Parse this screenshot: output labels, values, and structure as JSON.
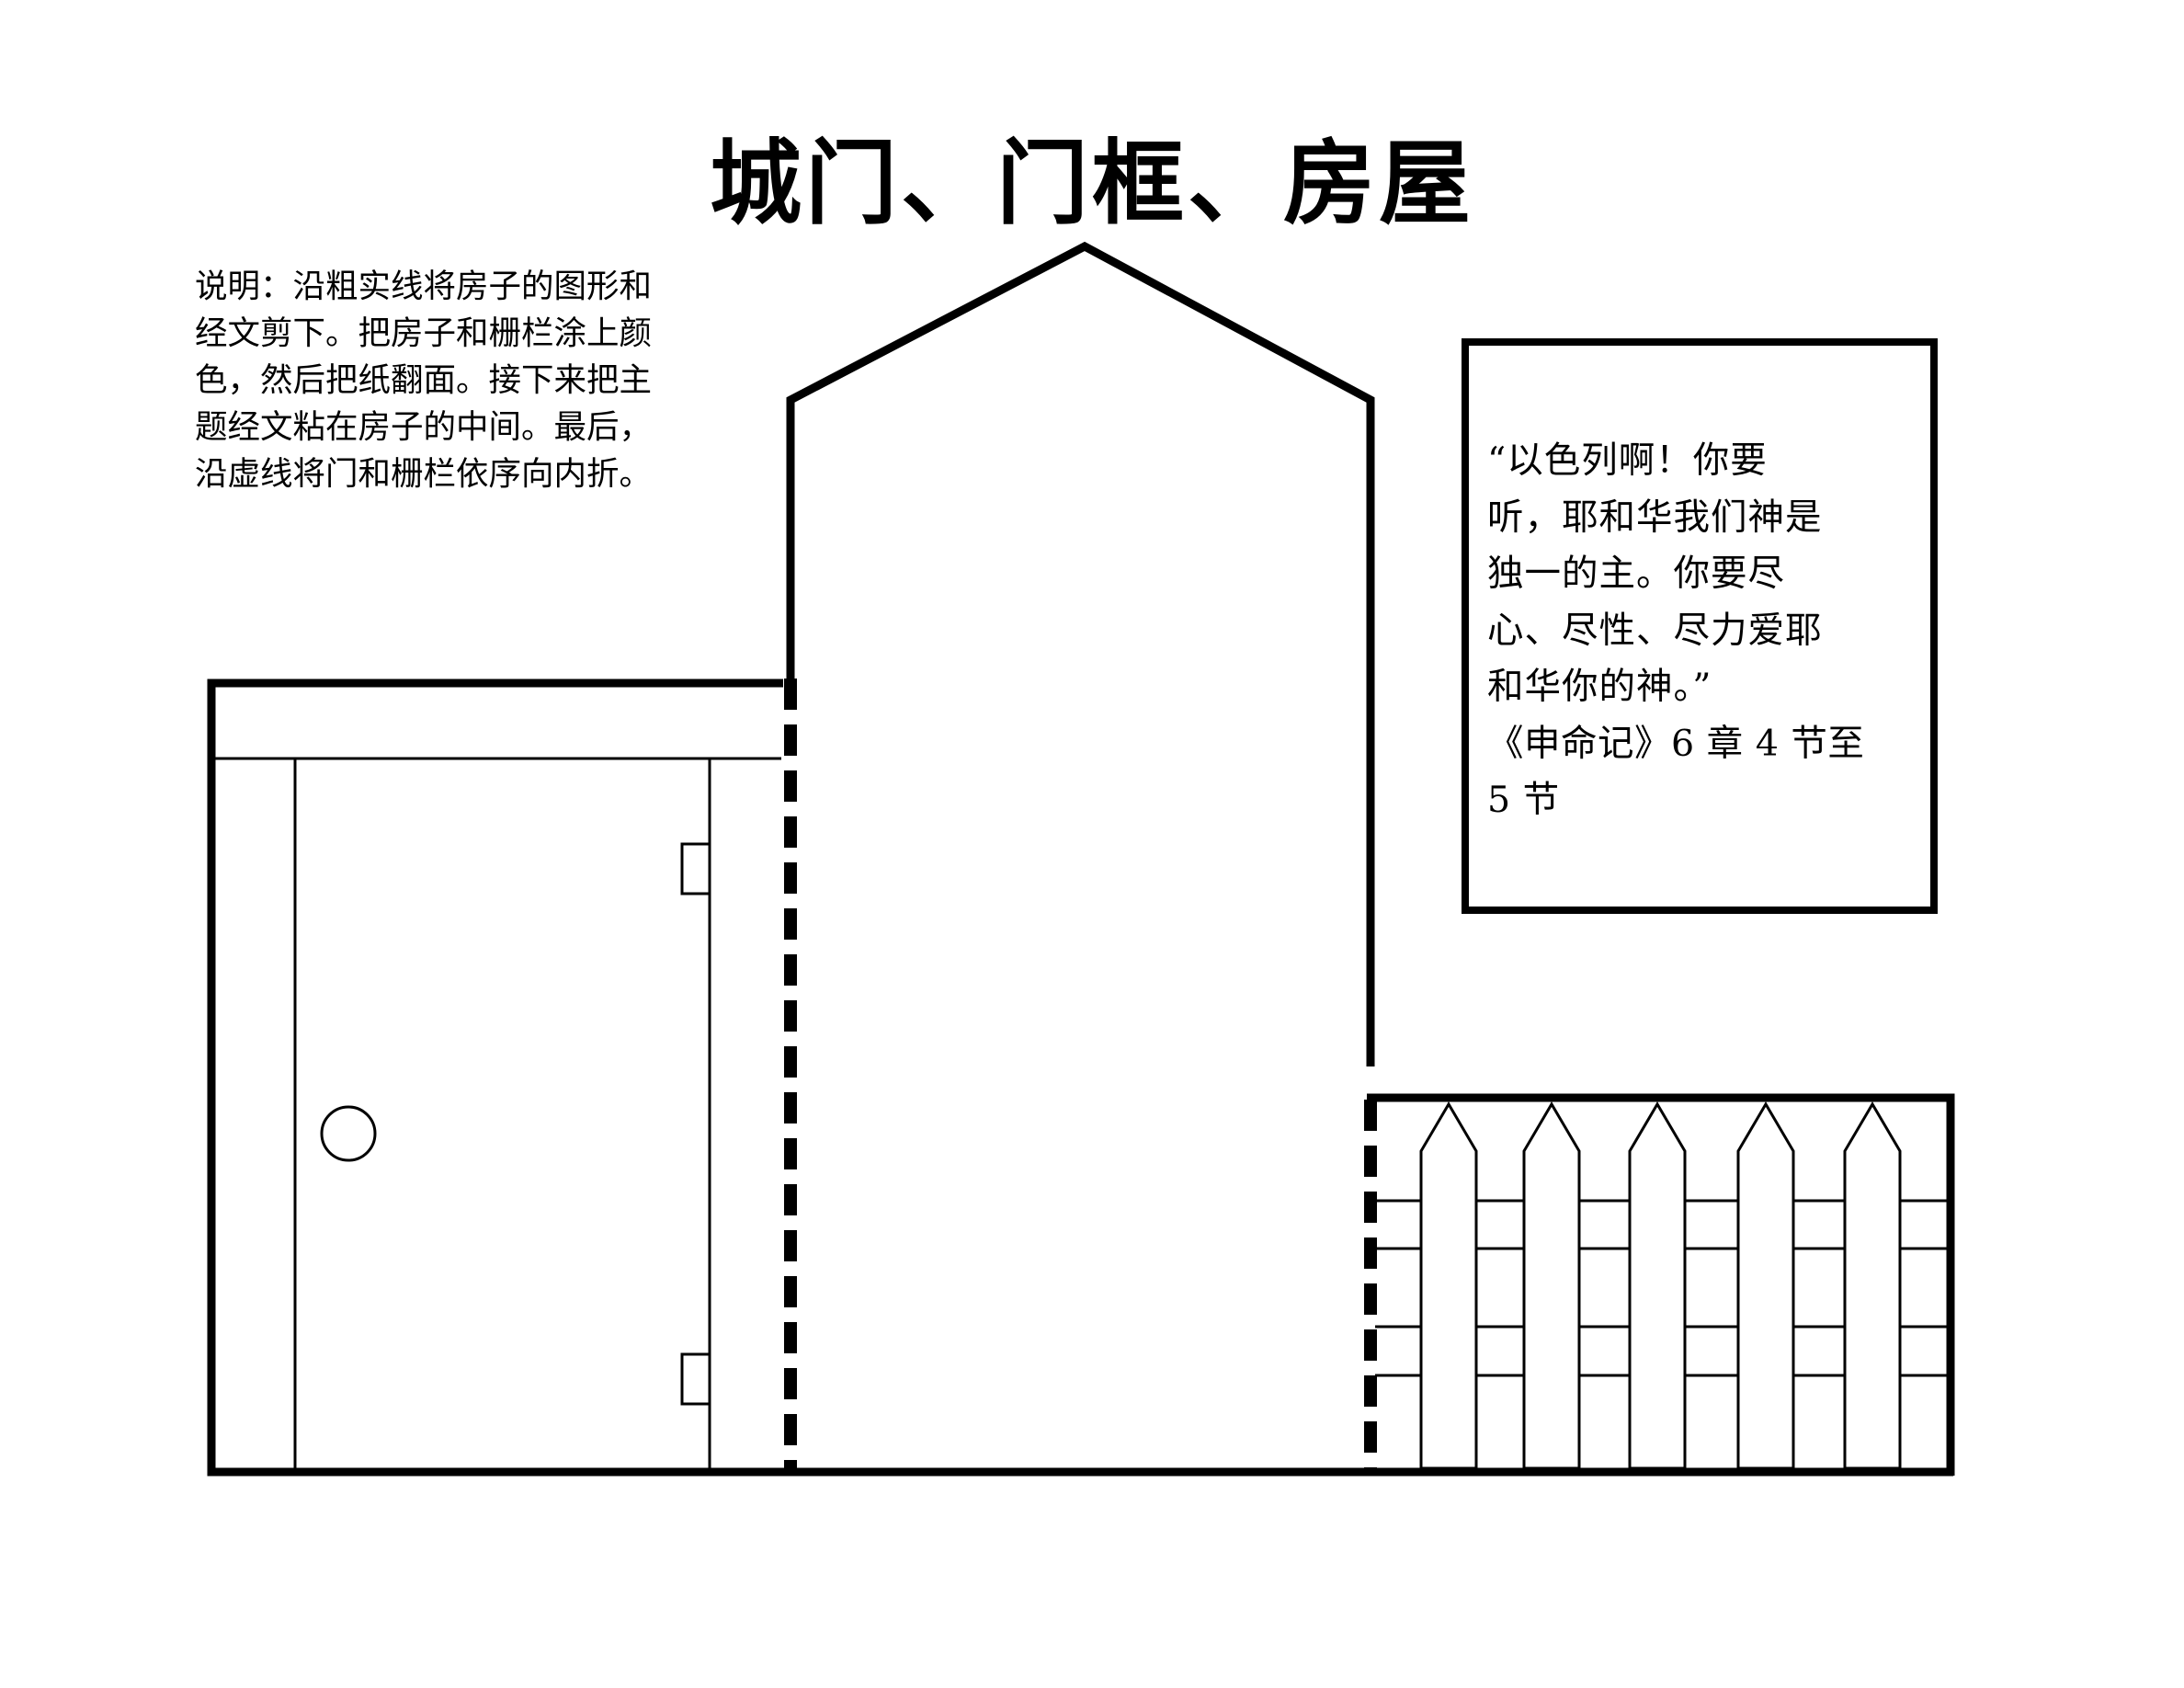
{
  "title": "城门、门框、房屋",
  "instructions": {
    "lines": [
      "说明：沿粗实线将房子的图形和",
      "经文剪下。把房子和栅栏涂上颜",
      "色，然后把纸翻面。接下来把主",
      "题经文粘在房子的中间。最后，",
      "沿虚线将门和栅栏依序向内折。"
    ]
  },
  "verse": {
    "lines": [
      "“以色列啊！你要",
      "听，耶和华我们神是",
      "独一的主。你要尽",
      "心、尽性、尽力爱耶",
      "和华你的神。”"
    ],
    "reference_lines": [
      "《申命记》6 章 4 节至",
      "5 节"
    ]
  },
  "colors": {
    "ink": "#000000",
    "paper": "#ffffff"
  }
}
